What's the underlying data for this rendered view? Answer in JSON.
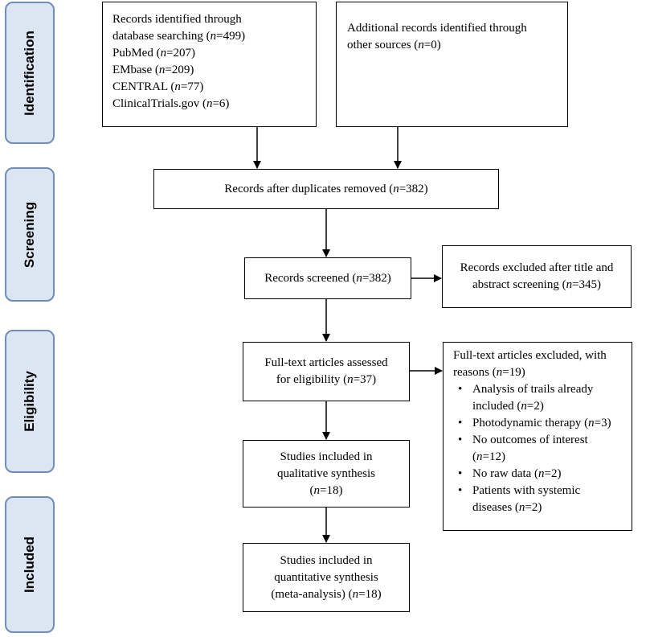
{
  "phases": {
    "identification": "Identification",
    "screening": "Screening",
    "eligibility": "Eligibility",
    "included": "Included"
  },
  "boxes": {
    "database": {
      "line1": "Records identified through",
      "line2_pre": "database searching (",
      "line2_n": "n",
      "line2_post": "=499)",
      "pubmed_pre": "PubMed (",
      "pubmed_n": "n",
      "pubmed_post": "=207)",
      "embase_pre": "EMbase (",
      "embase_n": "n",
      "embase_post": "=209)",
      "central_pre": "CENTRAL  (",
      "central_n": "n",
      "central_post": "=77)",
      "ct_pre": "ClinicalTrials.gov  (",
      "ct_n": "n",
      "ct_post": "=6)"
    },
    "other": {
      "line1": "Additional records identified through",
      "line2_pre": "other sources (",
      "line2_n": "n",
      "line2_post": "=0)"
    },
    "duplicates": {
      "pre": "Records after duplicates removed (",
      "n": "n",
      "post": "=382)"
    },
    "screened": {
      "pre": "Records screened (",
      "n": "n",
      "post": "=382)"
    },
    "excluded_screen": {
      "line1": "Records excluded after title and",
      "line2_pre": "abstract screening (",
      "line2_n": "n",
      "line2_post": "=345)"
    },
    "fulltext": {
      "line1": "Full-text articles assessed",
      "line2_pre": "for eligibility  (",
      "line2_n": "n",
      "line2_post": "=37)"
    },
    "excluded_fulltext": {
      "line1": "Full-text articles excluded, with",
      "line2_pre": "reasons (",
      "line2_n": "n",
      "line2_post": "=19)",
      "bullet": "•",
      "r1a": "Analysis of trails already",
      "r1b": "included (",
      "r1n": "n",
      "r1post": "=2)",
      "r2pre": "Photodynamic therapy (",
      "r2n": "n",
      "r2post": "=3)",
      "r3a": "No outcomes of interest",
      "r3pre": "(",
      "r3n": "n",
      "r3post": "=12)",
      "r4pre": "No raw data (",
      "r4n": "n",
      "r4post": "=2)",
      "r5a": "Patients with systemic",
      "r5pre": "diseases (",
      "r5n": "n",
      "r5post": "=2)"
    },
    "qualitative": {
      "line1": "Studies included in",
      "line2": "qualitative synthesis",
      "line3_pre": "(",
      "line3_n": "n",
      "line3_post": "=18)"
    },
    "quantitative": {
      "line1": "Studies included in",
      "line2": "quantitative synthesis",
      "line3_pre": "(meta-analysis) (",
      "line3_n": "n",
      "line3_post": "=18)"
    }
  }
}
